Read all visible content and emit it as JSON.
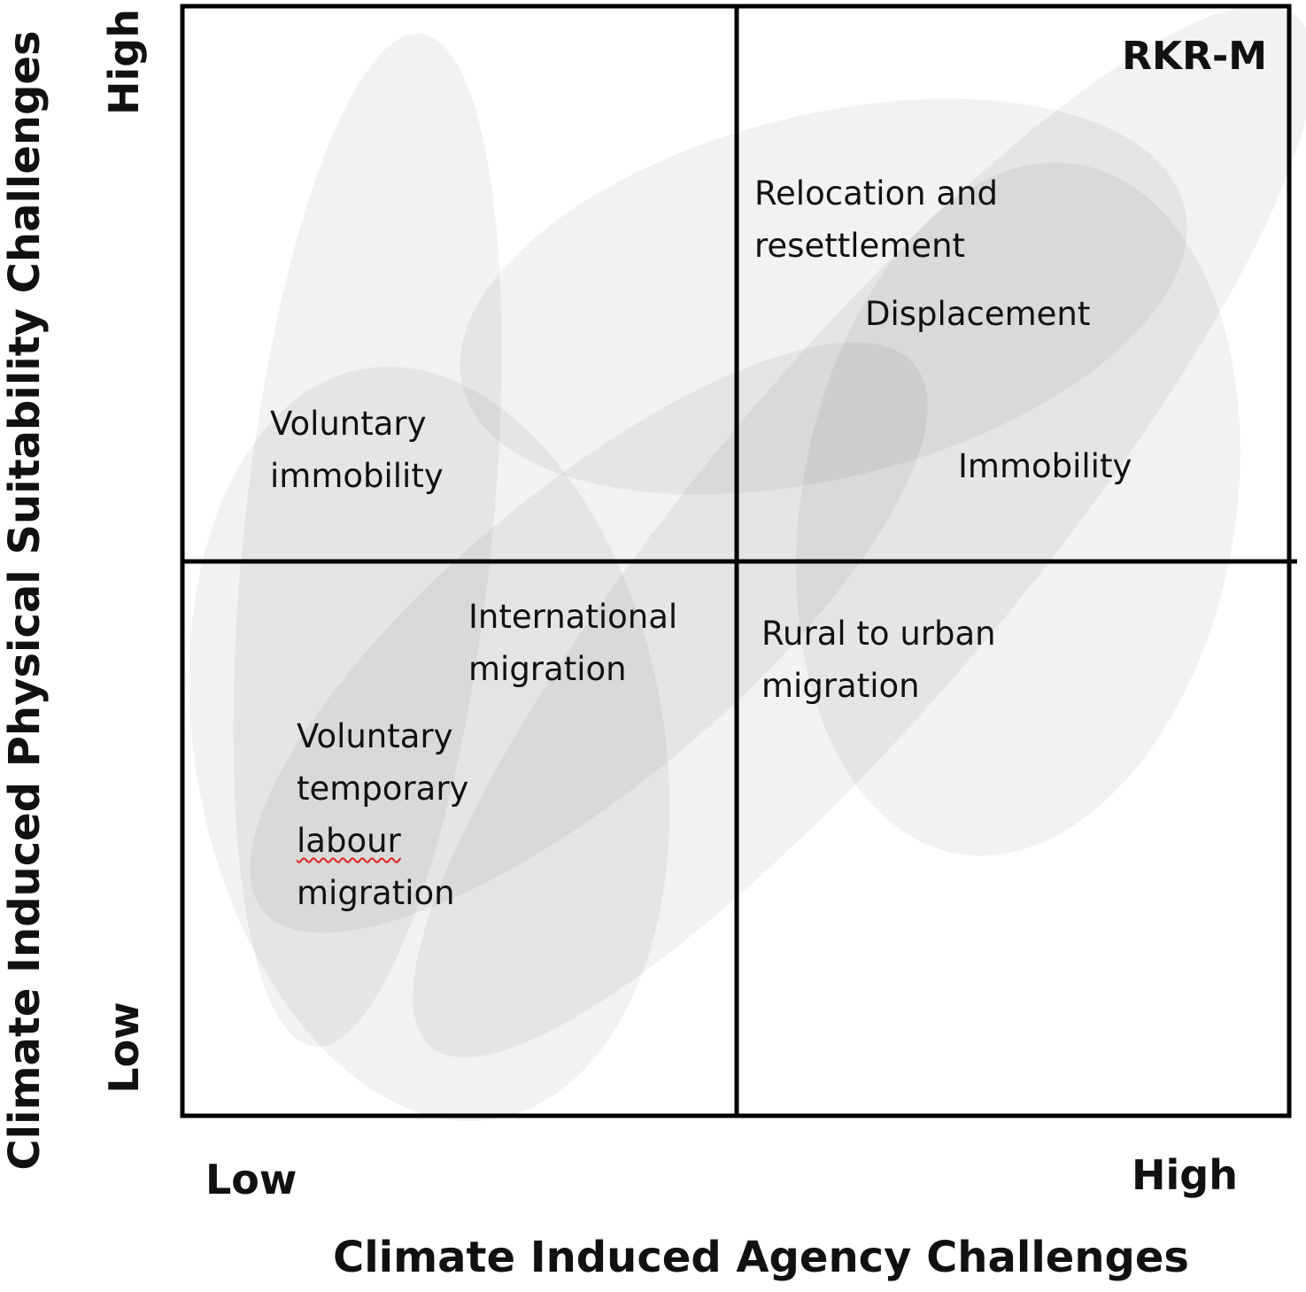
{
  "badge": "RKR-M",
  "axes": {
    "x_title": "Climate Induced Agency Challenges",
    "y_title": "Climate Induced Physical Suitability Challenges",
    "x_low": "Low",
    "x_high": "High",
    "y_low": "Low",
    "y_high": "High"
  },
  "labels": {
    "relocation": [
      "Relocation and",
      "resettlement"
    ],
    "displacement": "Displacement",
    "immobility": "Immobility",
    "voluntary_immobility": [
      "Voluntary",
      "immobility"
    ],
    "international": [
      "International",
      "migration"
    ],
    "rural_urban": [
      "Rural to urban",
      "migration"
    ],
    "voluntary_temporary": [
      "Voluntary",
      "temporary",
      "labour",
      "migration"
    ]
  },
  "colors": {
    "ellipse_fill": "#000000",
    "line": "#000000"
  }
}
